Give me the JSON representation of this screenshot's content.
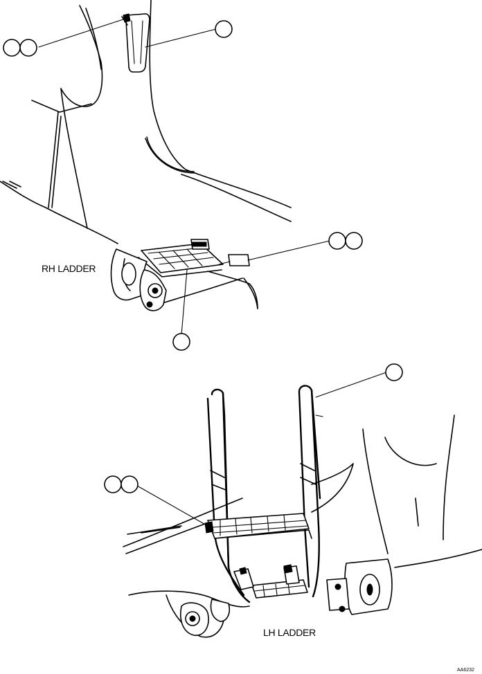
{
  "drawing": {
    "rh_view_label": "RH LADDER",
    "lh_view_label": "LH LADDER",
    "figure_code": "AA6232",
    "callout_bubbles": {
      "rh_handrail_double": "",
      "rh_handrail_single": "",
      "rh_step_double": "",
      "rh_step_single": "",
      "lh_ladder_single": "",
      "lh_ladder_double": ""
    }
  }
}
